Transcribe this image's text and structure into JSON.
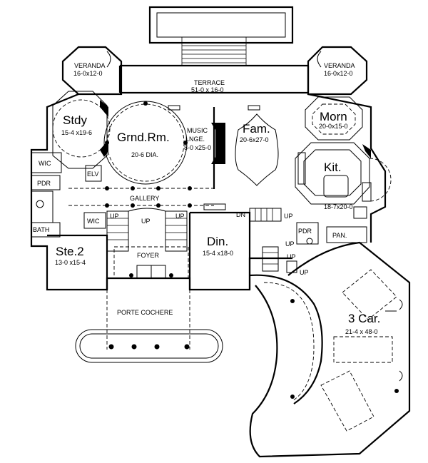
{
  "rooms": {
    "veranda_left": {
      "name": "VERANDA",
      "dims": "16-0x12-0"
    },
    "veranda_right": {
      "name": "VERANDA",
      "dims": "16-0x12-0"
    },
    "terrace": {
      "name": "TERRACE",
      "dims": "51-0 x 16-0"
    },
    "study": {
      "name": "Stdy",
      "dims": "15-4 x19-6"
    },
    "grand_room": {
      "name": "Grnd.Rm.",
      "dims": "20-6 DIA."
    },
    "music_lounge": {
      "name_line1": "MUSIC",
      "name_line2": "LNGE.",
      "dims": "8-0 x25-0"
    },
    "family": {
      "name": "Fam.",
      "dims": "20-6x27-0"
    },
    "morning": {
      "name": "Morn",
      "dims": "20-0x15-0"
    },
    "kitchen": {
      "name": "Kit.",
      "dims": "18-7x20-0"
    },
    "dining": {
      "name": "Din.",
      "dims": "15-4 x18-0"
    },
    "suite2": {
      "name": "Ste.2",
      "dims": "13-0 x15-4"
    },
    "garage": {
      "name": "3 Car.",
      "dims": "21-4 x 48-0"
    },
    "foyer": {
      "name": "FOYER"
    },
    "gallery": {
      "name": "GALLERY"
    },
    "porte_cochere": {
      "name": "PORTE COCHERE"
    }
  },
  "small_labels": {
    "wic_top": "WIC",
    "wic_bottom": "WIC",
    "elv": "ELV",
    "pdr_left": "PDR",
    "pdr_right": "PDR",
    "bath": "BATH",
    "pan": "PAN.",
    "up_1": "UP",
    "up_2": "UP",
    "up_3": "UP",
    "up_4": "UP",
    "up_5": "UP",
    "up_6": "UP",
    "up_7": "UP",
    "dn": "DN"
  },
  "colors": {
    "line": "#000000",
    "background": "#ffffff"
  }
}
